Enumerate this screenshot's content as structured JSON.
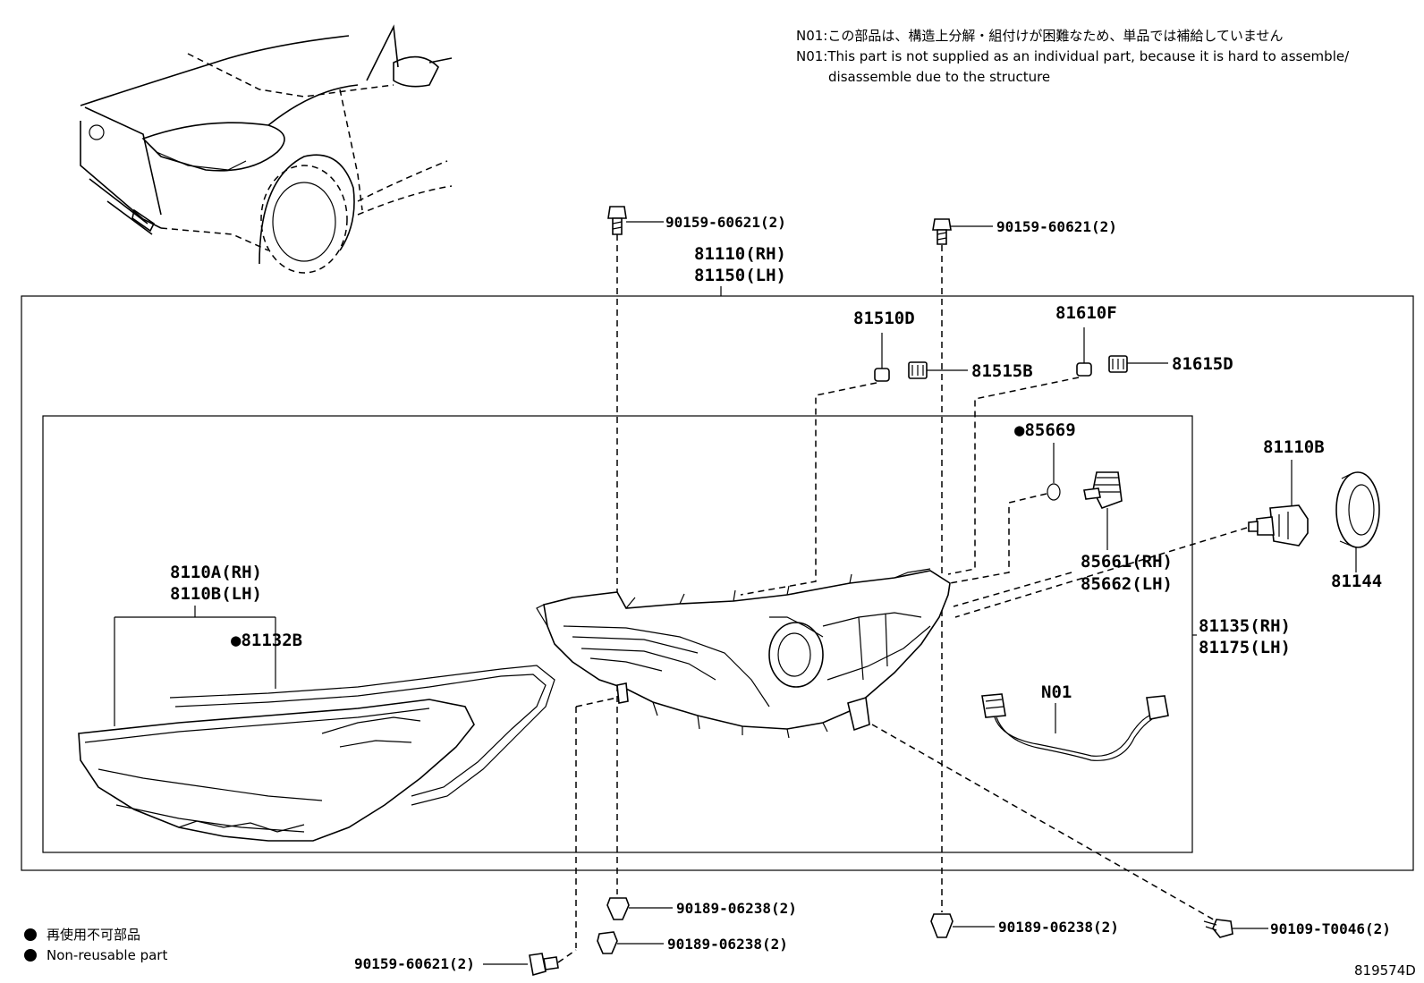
{
  "notes": {
    "jp": "N01:この部品は、構造上分解・組付けが困難なため、単品では補給していません",
    "en_line1": "N01:This part is not supplied as an individual part, because it is hard to assemble/",
    "en_line2": "disassemble due to the structure"
  },
  "legend": {
    "jp": "再使用不可部品",
    "en": "Non-reusable part"
  },
  "diagram_code": "819574D",
  "parts": {
    "bolt_top_left": "90159-60621(2)",
    "bolt_top_right": "90159-60621(2)",
    "headlamp_rh": "81110(RH)",
    "headlamp_lh": "81150(LH)",
    "socket_a": "81510D",
    "bulb_a": "81515B",
    "socket_b": "81610F",
    "bulb_b": "81615D",
    "oring": "●85669",
    "bulb_hb": "81110B",
    "cover": "81144",
    "unit_rh": "85661(RH)",
    "unit_lh": "85662(LH)",
    "lens_rh": "8110A(RH)",
    "lens_lh": "8110B(LH)",
    "gasket": "●81132B",
    "housing_rh": "81135(RH)",
    "housing_lh": "81175(LH)",
    "wire": "N01",
    "clip_a": "90189-06238(2)",
    "clip_b": "90189-06238(2)",
    "clip_c": "90189-06238(2)",
    "screw": "90109-T0046(2)",
    "bolt_bottom": "90159-60621(2)"
  }
}
